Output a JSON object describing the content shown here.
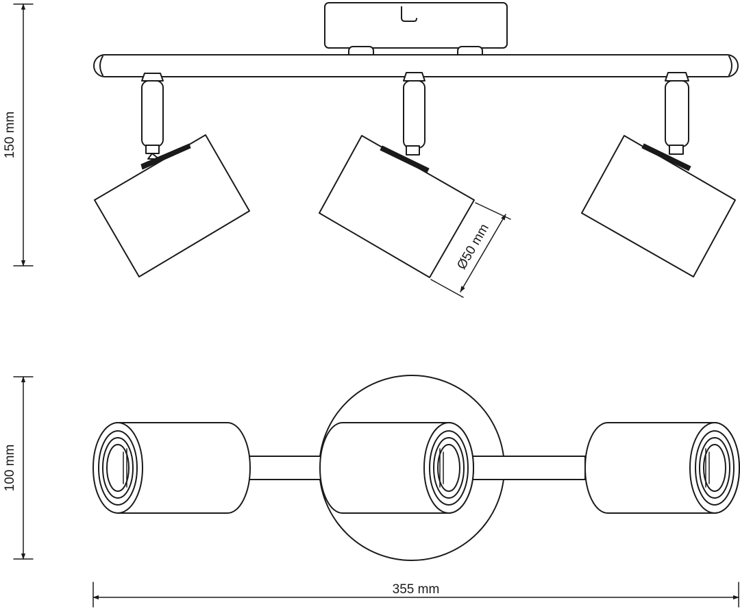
{
  "dimensions": {
    "height_side": "150 mm",
    "height_top": "100 mm",
    "width": "355 mm",
    "diameter": "Ø50 mm"
  },
  "colors": {
    "line": "#1a1a1a",
    "background": "#ffffff"
  }
}
